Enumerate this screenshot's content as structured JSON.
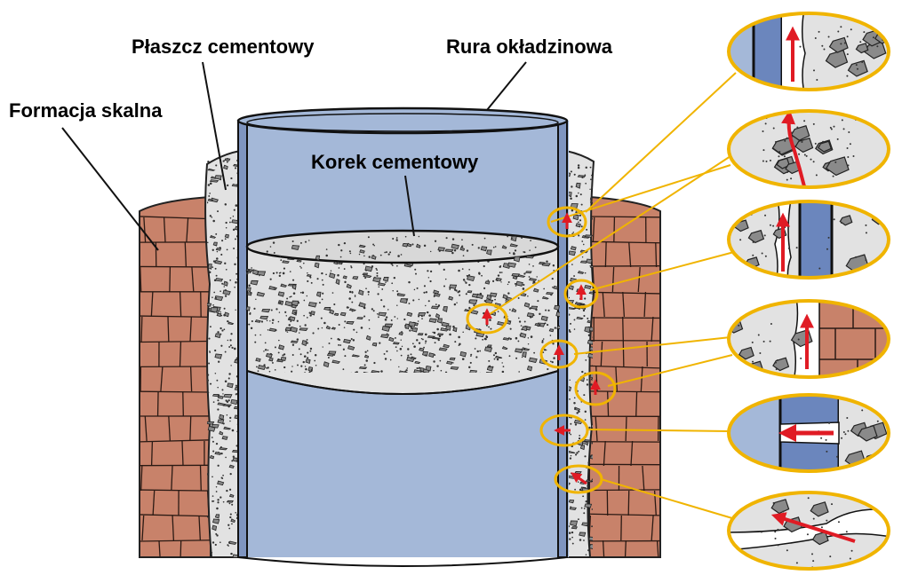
{
  "labels": {
    "formation": "Formacja skalna",
    "sheath": "Płaszcz cementowy",
    "casing": "Rura okładzinowa",
    "plug": "Korek cementowy"
  },
  "colors": {
    "brick": "#c8826a",
    "brick_line": "#2b1a14",
    "cement": "#e2e2e2",
    "casing": "#a4b8d8",
    "casing_dark": "#7f95c0",
    "highlight": "#f0b400",
    "arrow": "#e01b24"
  }
}
